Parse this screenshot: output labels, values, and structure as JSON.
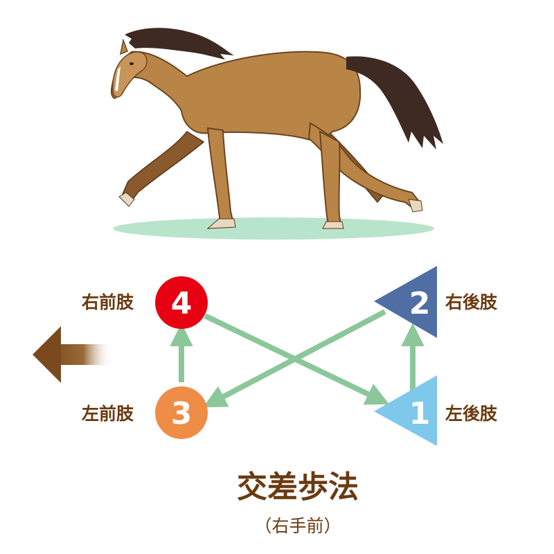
{
  "title": "交差歩法",
  "subtitle": "（右手前）",
  "legs": [
    {
      "id": "left-hind",
      "order": "1",
      "label": "左後肢",
      "shape": "triangle",
      "color": "#7ec8ec"
    },
    {
      "id": "right-hind",
      "order": "2",
      "label": "右後肢",
      "shape": "triangle",
      "color": "#4f6ea3"
    },
    {
      "id": "left-fore",
      "order": "3",
      "label": "左前肢",
      "shape": "circle",
      "color": "#ef8c45"
    },
    {
      "id": "right-fore",
      "order": "4",
      "label": "右前肢",
      "shape": "circle",
      "color": "#e60012"
    }
  ],
  "sequence": [
    "left-hind",
    "right-hind",
    "left-fore",
    "right-fore",
    "left-hind"
  ],
  "colors": {
    "label_text": "#6b3a10",
    "title_text": "#6b3a10",
    "flow_arrow": "#8cc79a",
    "direction_arrow": "#8a5a28",
    "horse_body": "#b98547",
    "horse_mane": "#3e2a22",
    "ground_shadow": "#b9e4cc"
  },
  "icons": {
    "horse": "trotting-horse-illustration",
    "direction": "left-arrow-icon"
  }
}
